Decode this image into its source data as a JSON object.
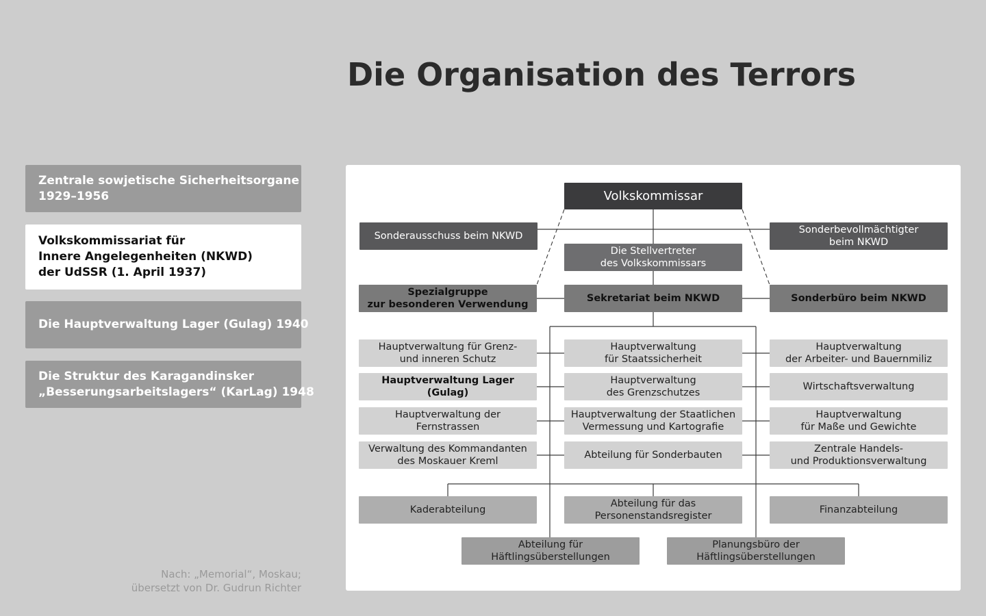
{
  "title": "Die Organisation des Terrors",
  "nav": [
    {
      "lines": [
        "Zentrale sowjetische Sicherheitsorgane",
        "1929–1956"
      ],
      "active": false
    },
    {
      "lines": [
        "Volkskommissariat für",
        "Innere Angelegenheiten (NKWD)",
        "der UdSSR (1. April 1937)"
      ],
      "active": true
    },
    {
      "lines": [
        "Die Hauptverwaltung Lager (Gulag) 1940"
      ],
      "active": false
    },
    {
      "lines": [
        "Die Struktur des Karagandinsker",
        "„Besserungsarbeitslagers“ (KarLag) 1948"
      ],
      "active": false
    }
  ],
  "source": [
    "Nach: „Memorial“, Moskau;",
    "übersetzt von Dr. Gudrun Richter"
  ],
  "chart": {
    "top": {
      "lines": [
        "Volkskommissar"
      ]
    },
    "left_special": {
      "lines": [
        "Sonderausschuss beim NKWD"
      ]
    },
    "right_special": {
      "lines": [
        "Sonderbevollmächtigter",
        "beim NKWD"
      ]
    },
    "deputies": {
      "lines": [
        "Die Stellvertreter",
        "des Volkskommissars"
      ]
    },
    "spezialgruppe": {
      "lines": [
        "Spezialgruppe",
        "zur besonderen Verwendung"
      ]
    },
    "sekretariat": {
      "lines": [
        "Sekretariat beim NKWD"
      ]
    },
    "sonderbuero": {
      "lines": [
        "Sonderbüro beim NKWD"
      ]
    },
    "left_col": [
      {
        "lines": [
          "Hauptverwaltung für Grenz-",
          "und inneren Schutz"
        ]
      },
      {
        "lines": [
          "Hauptverwaltung Lager",
          "(Gulag)"
        ],
        "bold": true
      },
      {
        "lines": [
          "Hauptverwaltung der",
          "Fernstrassen"
        ]
      },
      {
        "lines": [
          "Verwaltung des Kommandanten",
          "des Moskauer Kreml"
        ]
      }
    ],
    "mid_col": [
      {
        "lines": [
          "Hauptverwaltung",
          "für Staatssicherheit"
        ]
      },
      {
        "lines": [
          "Hauptverwaltung",
          "des Grenzschutzes"
        ]
      },
      {
        "lines": [
          "Hauptverwaltung der Staatlichen",
          "Vermessung und Kartografie"
        ]
      },
      {
        "lines": [
          "Abteilung für Sonderbauten"
        ]
      }
    ],
    "right_col": [
      {
        "lines": [
          "Hauptverwaltung",
          "der Arbeiter- und Bauernmiliz"
        ]
      },
      {
        "lines": [
          "Wirtschaftsverwaltung"
        ]
      },
      {
        "lines": [
          "Hauptverwaltung",
          "für Maße und Gewichte"
        ]
      },
      {
        "lines": [
          "Zentrale Handels-",
          "und Produktionsverwaltung"
        ]
      }
    ],
    "lower_row": [
      {
        "lines": [
          "Kaderabteilung"
        ]
      },
      {
        "lines": [
          "Abteilung für das",
          "Personenstandsregister"
        ]
      },
      {
        "lines": [
          "Finanzabteilung"
        ]
      }
    ],
    "bottom_row": [
      {
        "lines": [
          "Abteilung für",
          "Häftlingsüberstellungen"
        ]
      },
      {
        "lines": [
          "Planungsbüro der",
          "Häftlingsüberstellungen"
        ]
      }
    ]
  }
}
